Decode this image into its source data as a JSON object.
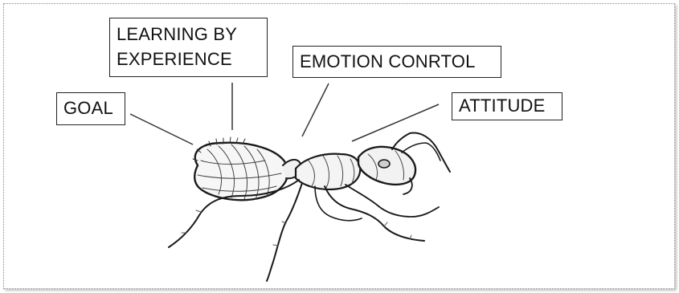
{
  "labels": {
    "goal": "GOAL",
    "learning_line1": "LEARNING BY",
    "learning_line2": "EXPERIENCE",
    "emotion": "EMOTION CONRTOL",
    "attitude": "ATTITUDE"
  },
  "illustration": {
    "subject": "ant",
    "style": "black ink sketch"
  },
  "colors": {
    "ink": "#1a1a1a",
    "background": "#ffffff",
    "frame_border": "#8a8a8a"
  }
}
